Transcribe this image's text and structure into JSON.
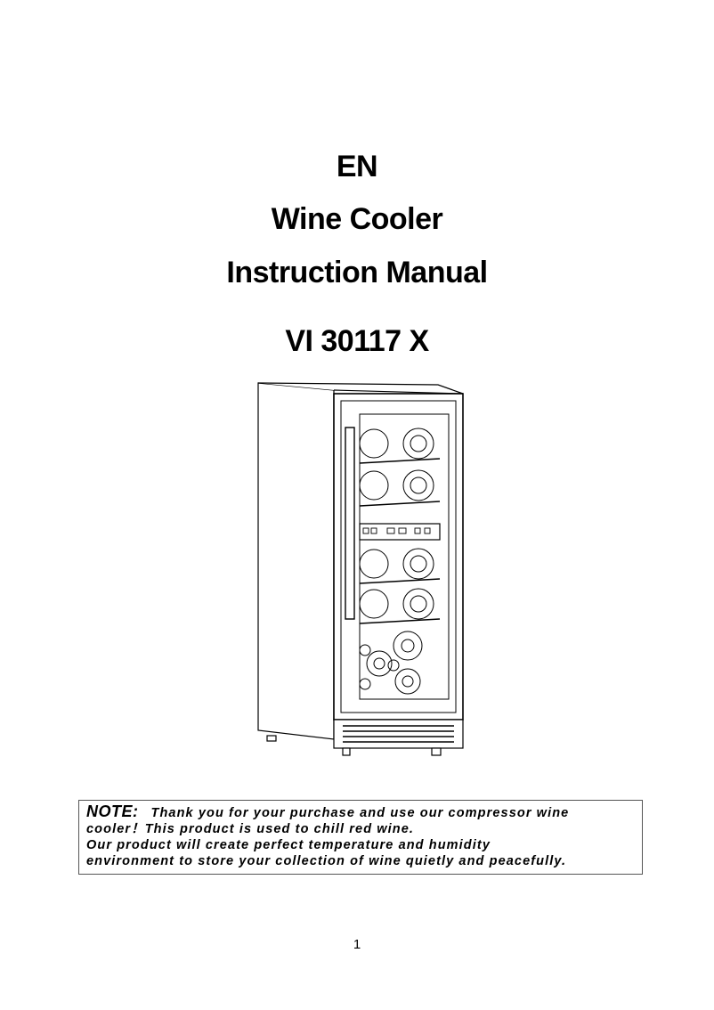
{
  "title": {
    "language": "EN",
    "product": "Wine Cooler",
    "manual": "Instruction Manual",
    "model": "VI 30117 X"
  },
  "note": {
    "label": "NOTE:",
    "line1": "Thank you for your purchase and use our compressor wine",
    "line2": "cooler！This product is used to chill red wine.",
    "line3": "Our product will create perfect temperature and humidity",
    "line4": "environment to store your collection of wine quietly and peacefully."
  },
  "page_number": "1"
}
